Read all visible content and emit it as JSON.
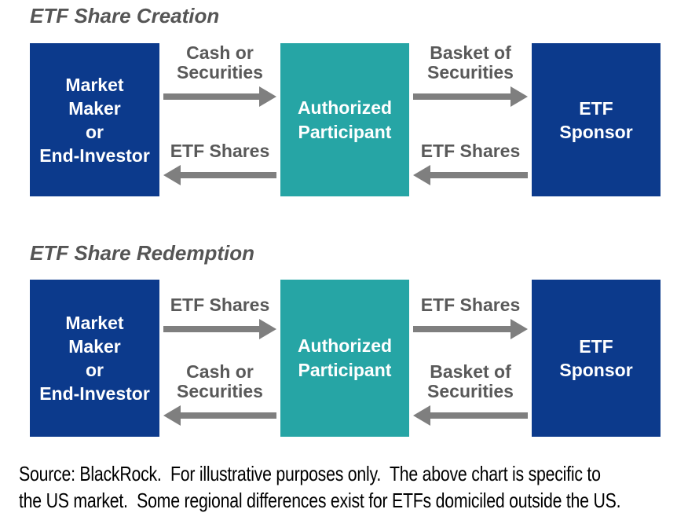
{
  "colors": {
    "navy": "#0C3A8C",
    "teal": "#26A5A5",
    "arrow_gray": "#7F7F7F",
    "label_gray": "#595959",
    "title_gray": "#555555",
    "box_text": "#FFFFFF",
    "footnote_text": "#000000",
    "background": "#FFFFFF"
  },
  "sections": [
    {
      "title": "ETF Share Creation",
      "boxes": {
        "left": {
          "lines": [
            "Market",
            "Maker",
            "or",
            "End-Investor"
          ]
        },
        "center": {
          "lines": [
            "Authorized",
            "Participant"
          ]
        },
        "right": {
          "lines": [
            "ETF",
            "Sponsor"
          ]
        }
      },
      "flows": {
        "left_gap": {
          "forward": {
            "label_lines": [
              "Cash or",
              "Securities"
            ],
            "direction": "right"
          },
          "backward": {
            "label_lines": [
              "ETF Shares"
            ],
            "direction": "left"
          }
        },
        "right_gap": {
          "forward": {
            "label_lines": [
              "Basket of",
              "Securities"
            ],
            "direction": "right"
          },
          "backward": {
            "label_lines": [
              "ETF Shares"
            ],
            "direction": "left"
          }
        }
      }
    },
    {
      "title": "ETF Share Redemption",
      "boxes": {
        "left": {
          "lines": [
            "Market",
            "Maker",
            "or",
            "End-Investor"
          ]
        },
        "center": {
          "lines": [
            "Authorized",
            "Participant"
          ]
        },
        "right": {
          "lines": [
            "ETF",
            "Sponsor"
          ]
        }
      },
      "flows": {
        "left_gap": {
          "forward": {
            "label_lines": [
              "ETF Shares"
            ],
            "direction": "right"
          },
          "backward": {
            "label_lines": [
              "Cash or",
              "Securities"
            ],
            "direction": "left"
          }
        },
        "right_gap": {
          "forward": {
            "label_lines": [
              "ETF Shares"
            ],
            "direction": "right"
          },
          "backward": {
            "label_lines": [
              "Basket of",
              "Securities"
            ],
            "direction": "left"
          }
        }
      }
    }
  ],
  "footnote": {
    "lines": [
      "Source: BlackRock.  For illustrative purposes only.  The above chart is specific to",
      "the US market.  Some regional differences exist for ETFs domiciled outside the US."
    ]
  }
}
